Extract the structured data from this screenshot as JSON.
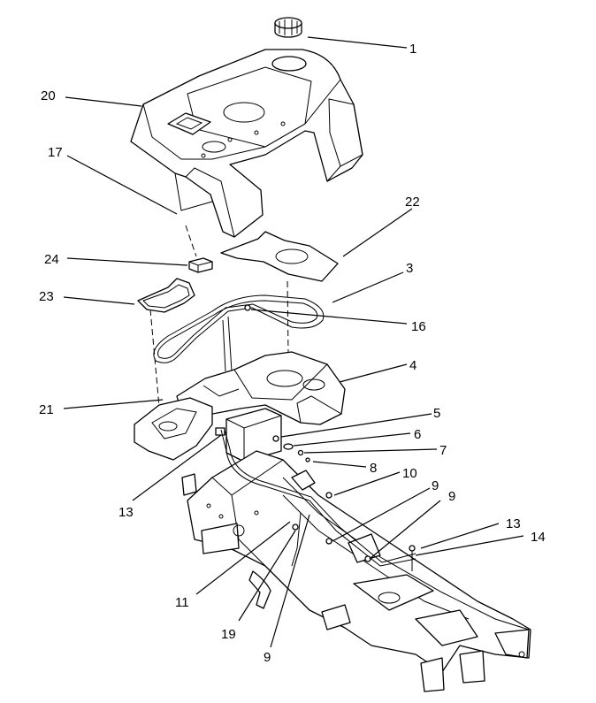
{
  "callouts": [
    "1",
    "20",
    "17",
    "22",
    "24",
    "3",
    "23",
    "16",
    "4",
    "21",
    "5",
    "6",
    "7",
    "8",
    "13",
    "10",
    "9",
    "9",
    "13",
    "14",
    "11",
    "19",
    "9"
  ]
}
